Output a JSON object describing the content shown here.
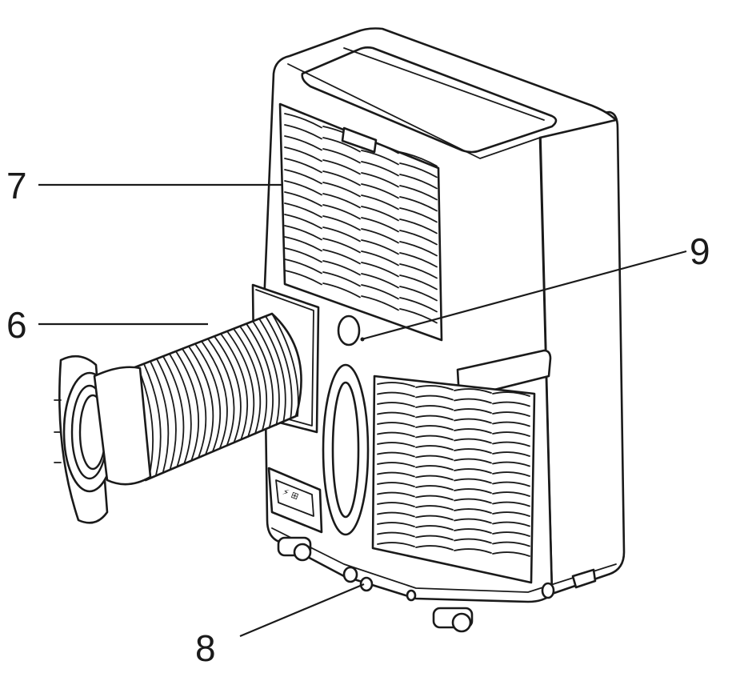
{
  "figure": {
    "callouts": [
      {
        "id": "callout-6",
        "label": "6"
      },
      {
        "id": "callout-7",
        "label": "7"
      },
      {
        "id": "callout-8",
        "label": "8"
      },
      {
        "id": "callout-9",
        "label": "9"
      }
    ]
  }
}
